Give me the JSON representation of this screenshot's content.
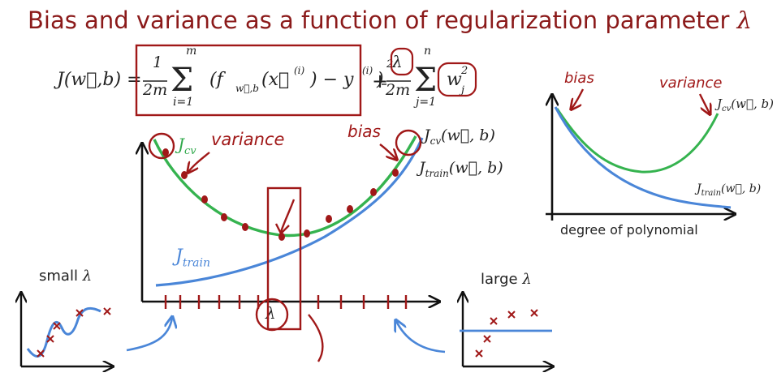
{
  "title": {
    "text": "Bias and variance as a function of regularization parameter",
    "symbol": "λ"
  },
  "equation": {
    "lhs": "J(w⃗,b) =",
    "frac1_num": "1",
    "frac1_den": "2m",
    "sum1_top": "m",
    "sum1_bottom": "i=1",
    "error_term": "(f",
    "f_sub": "w⃗,b",
    "error_mid": "(x⃗",
    "sup_i": "(i)",
    "minus_y": ") − y",
    "sup_i2": "(i)",
    "close_sq": ")",
    "square": "2",
    "plus": "+",
    "frac2_num": "λ",
    "frac2_den": "2m",
    "sum2_top": "n",
    "sum2_bottom": "j=1",
    "w_term": "w",
    "w_sub": "j",
    "w_sup": "2"
  },
  "main_chart": {
    "jcv_label": "J",
    "jcv_sub": "cv",
    "variance_label": "variance",
    "bias_label": "bias",
    "jcv_right": "J",
    "jcv_right_sub": "cv",
    "jcv_right_args": "(w⃗, b)",
    "jtrain_right": "J",
    "jtrain_right_sub": "train",
    "jtrain_right_args": "(w⃗, b)",
    "jtrain_label": "J",
    "jtrain_sub": "train",
    "lambda_axis": "λ"
  },
  "right_chart": {
    "bias_label": "bias",
    "variance_label": "variance",
    "jcv": "J",
    "jcv_sub": "cv",
    "jcv_args": "(w⃗, b)",
    "jtrain": "J",
    "jtrain_sub": "train",
    "jtrain_args": "(w⃗, b)",
    "xlabel": "degree of polynomial"
  },
  "small_panel": {
    "label": "small",
    "symbol": "λ"
  },
  "large_panel": {
    "label": "large",
    "symbol": "λ"
  },
  "colors": {
    "title": "#8b1a1a",
    "annotation": "#a01818",
    "cv": "#2fa84a",
    "train": "#4a86d8"
  }
}
